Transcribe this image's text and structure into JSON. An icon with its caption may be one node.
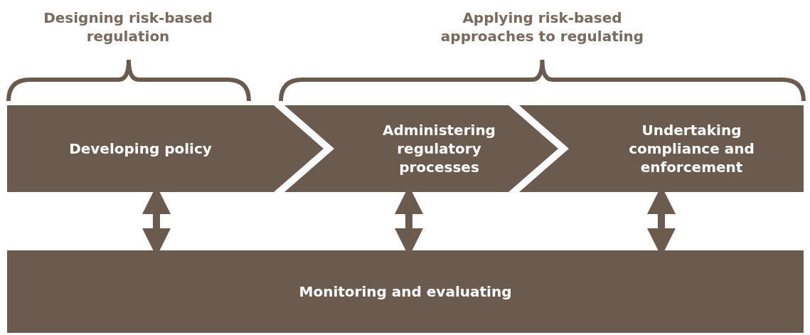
{
  "diagram": {
    "nodes": [
      {
        "text": [
          "Developing policy"
        ]
      },
      {
        "text": [
          "Administering regulatory processes"
        ]
      },
      {
        "text": [
          "Undertaking compliance and enforcement"
        ]
      },
      {
        "text": [
          "Monitoring and evaluating"
        ]
      }
    ],
    "edges": [
      {
        "from": 0,
        "to": 3,
        "arrow": "both"
      },
      {
        "from": 1,
        "to": 3,
        "arrow": "both"
      },
      {
        "from": 2,
        "to": 3,
        "arrow": "both"
      }
    ],
    "labels": [
      "Designing risk-based regulation",
      "Applying risk-based approaches to regulating"
    ]
  }
}
